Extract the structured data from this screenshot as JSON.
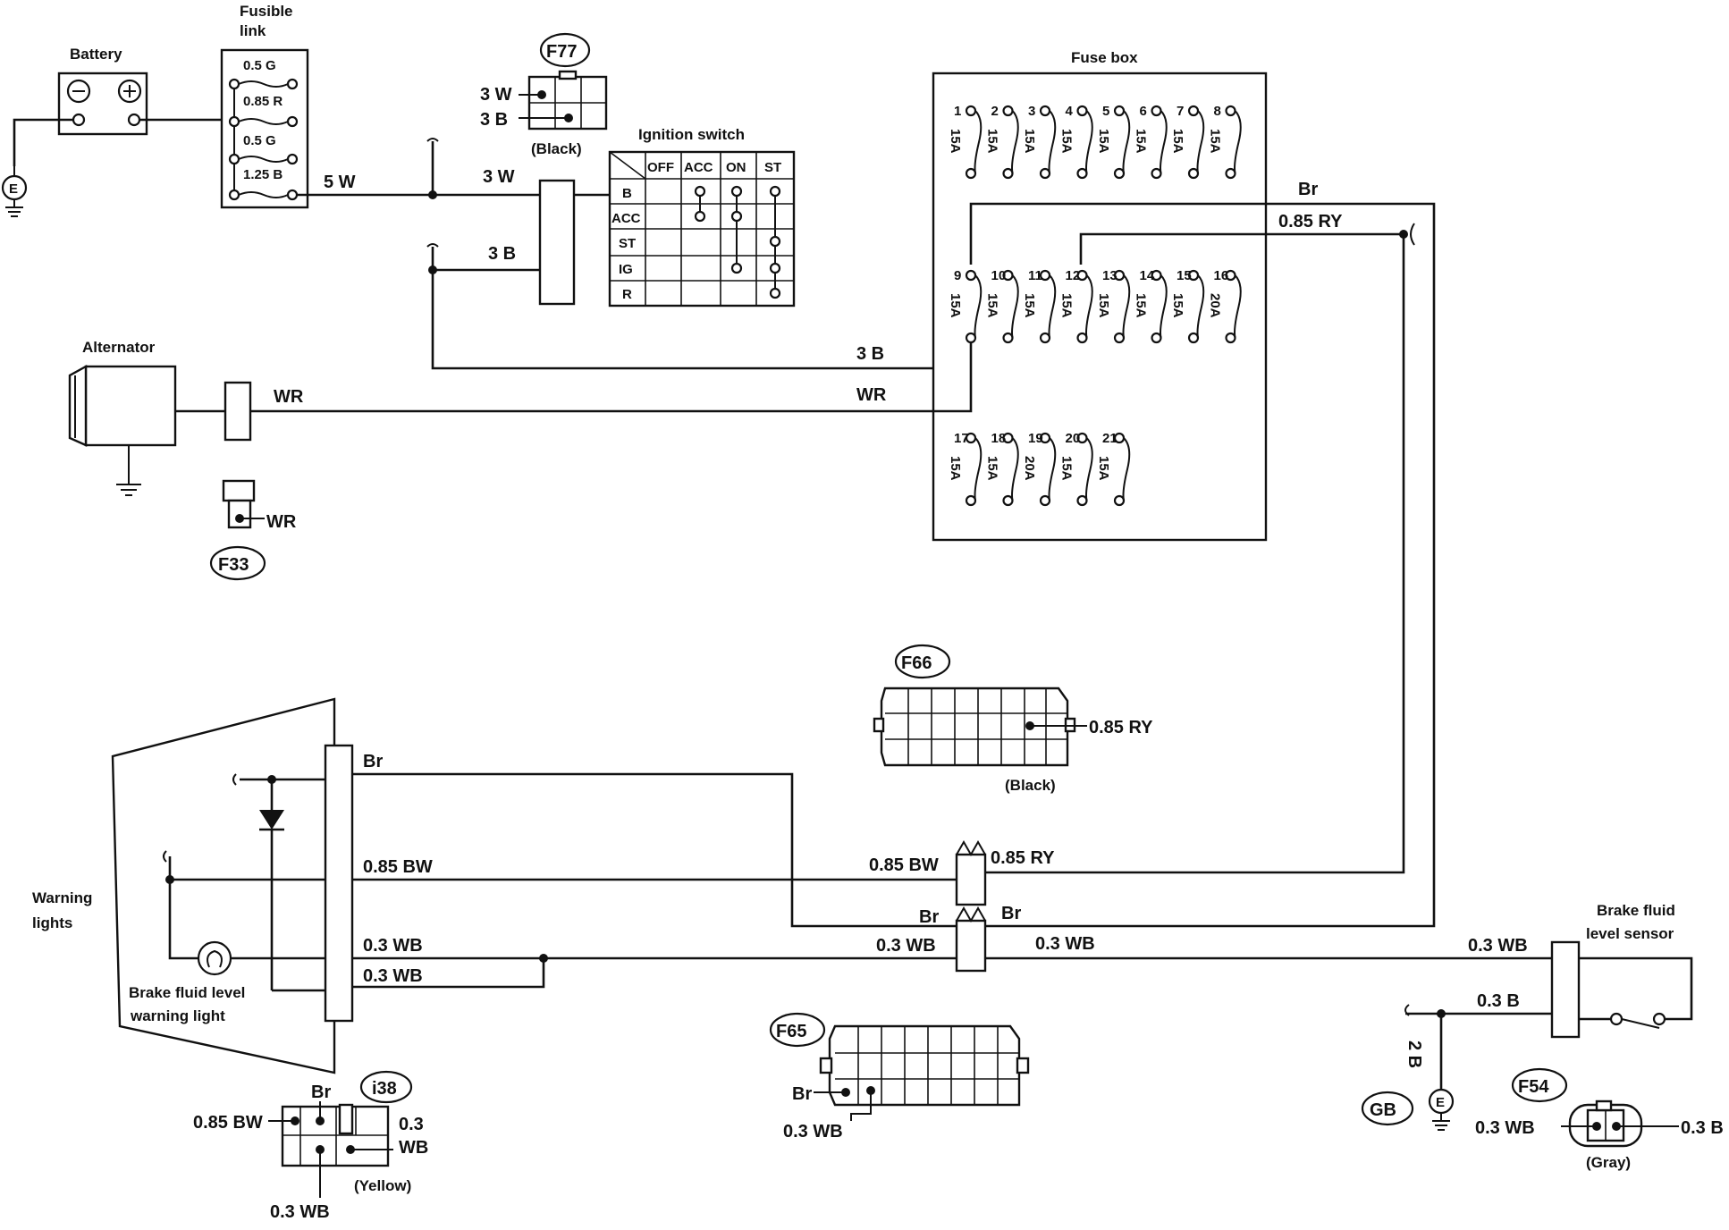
{
  "components": {
    "battery": "Battery",
    "fusible_link": [
      "Fusible",
      "link"
    ],
    "ignition_switch": "Ignition switch",
    "fuse_box": "Fuse box",
    "alternator": "Alternator",
    "warning_lights": [
      "Warning",
      "lights"
    ],
    "brake_warning_light": [
      "Brake fluid level",
      "warning light"
    ],
    "brake_sensor": [
      "Brake fluid",
      "level sensor"
    ]
  },
  "fusible_links": [
    "0.5 G",
    "0.85 R",
    "0.5 G",
    "1.25 B"
  ],
  "ignition": {
    "columns": [
      "OFF",
      "ACC",
      "ON",
      "ST"
    ],
    "rows": [
      "B",
      "ACC",
      "ST",
      "IG",
      "R"
    ]
  },
  "fuses": {
    "numbers": [
      "1",
      "2",
      "3",
      "4",
      "5",
      "6",
      "7",
      "8",
      "9",
      "10",
      "11",
      "12",
      "13",
      "14",
      "15",
      "16",
      "17",
      "18",
      "19",
      "20",
      "21"
    ],
    "ratings": [
      "15A",
      "15A",
      "15A",
      "15A",
      "15A",
      "15A",
      "15A",
      "15A",
      "15A",
      "15A",
      "15A",
      "15A",
      "15A",
      "15A",
      "15A",
      "20A",
      "15A",
      "15A",
      "20A",
      "15A",
      "15A"
    ]
  },
  "connectors": {
    "f77": {
      "id": "F77",
      "pins": [
        "3 W",
        "3 B"
      ],
      "color": "(Black)"
    },
    "f33": {
      "id": "F33",
      "pin": "WR"
    },
    "f66": {
      "id": "F66",
      "pin": "0.85 RY",
      "color": "(Black)"
    },
    "f65": {
      "id": "F65",
      "pins": [
        "Br",
        "0.3 WB"
      ]
    },
    "i38": {
      "id": "i38",
      "pins": [
        "Br",
        "0.85 BW",
        "0.3",
        "WB",
        "0.3 WB"
      ],
      "color": "(Yellow)"
    },
    "f54": {
      "id": "F54",
      "pins": [
        "0.3 WB",
        "0.3 B"
      ],
      "color": "(Gray)"
    },
    "gb": {
      "id": "GB"
    }
  },
  "ground_label": "E",
  "wires": {
    "w5w": "5 W",
    "w3w": "3 W",
    "w3b": "3 B",
    "wr": "WR",
    "br": "Br",
    "ry": "0.85 RY",
    "bw": "0.85 BW",
    "wb": "0.3 WB",
    "b03": "0.3 B",
    "b2": "2 B"
  }
}
